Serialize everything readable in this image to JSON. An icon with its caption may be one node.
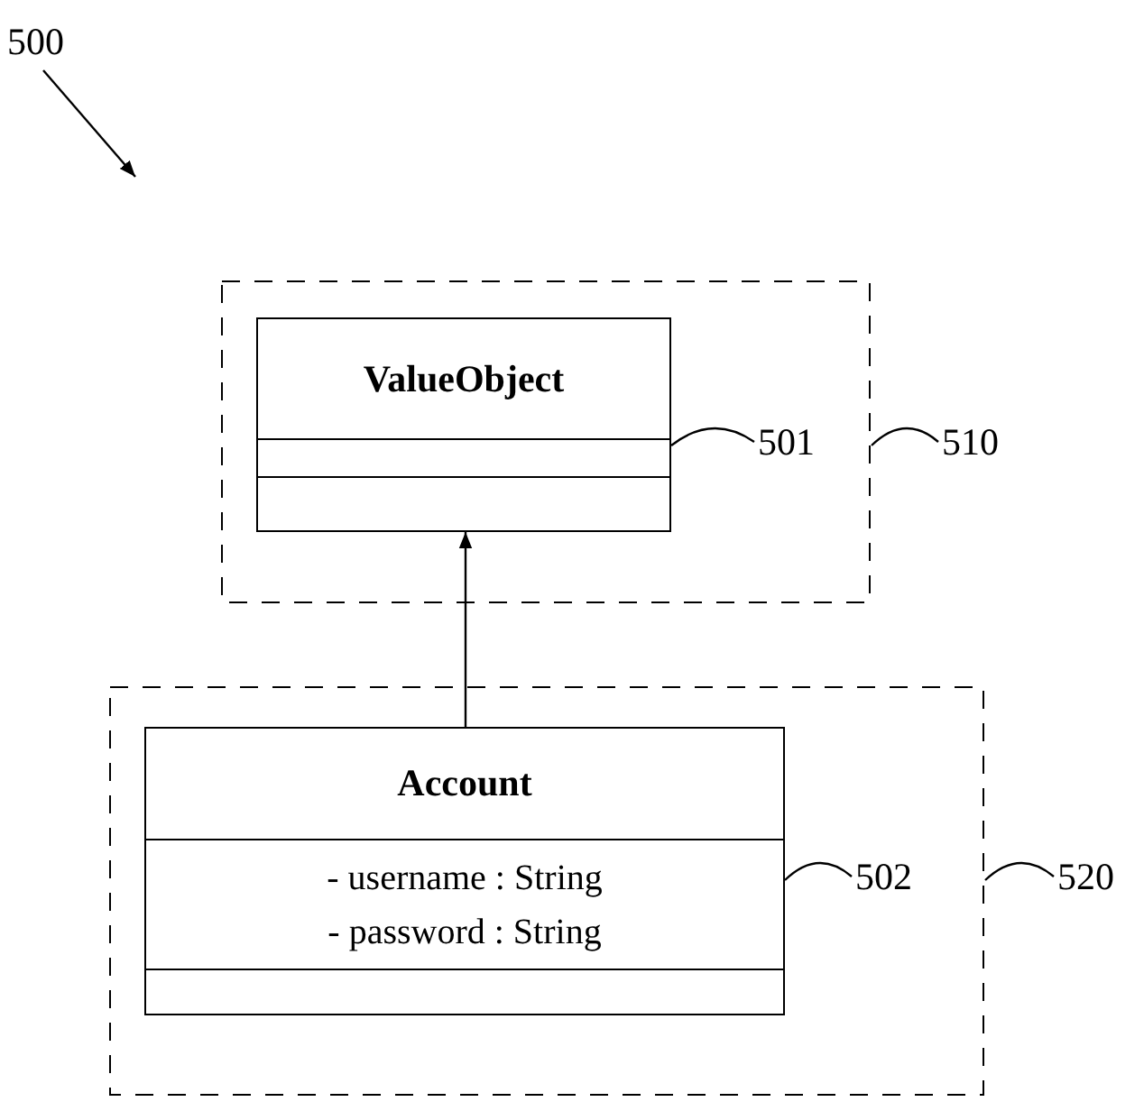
{
  "diagram": {
    "nodes": [
      {
        "text": [
          "500"
        ]
      },
      {
        "text": [],
        "shape": "box"
      },
      {
        "text": [
          "ValueObject"
        ],
        "in": 1
      },
      {
        "text": [
          "501"
        ],
        "in": 1
      },
      {
        "text": [
          "510"
        ]
      },
      {
        "text": [],
        "shape": "box"
      },
      {
        "text": [
          "Account",
          "- username : String",
          "- password : String"
        ],
        "in": 5
      },
      {
        "text": [
          "502"
        ],
        "in": 5
      },
      {
        "text": [
          "520"
        ]
      }
    ],
    "edges": [
      {
        "from": 0,
        "to": null,
        "arrow": "to"
      },
      {
        "from": 6,
        "to": 2,
        "arrow": "to"
      },
      {
        "from": 3,
        "to": 2,
        "arrow": "none"
      },
      {
        "from": 4,
        "to": 1,
        "arrow": "none"
      },
      {
        "from": 7,
        "to": 6,
        "arrow": "none"
      },
      {
        "from": 8,
        "to": 5,
        "arrow": "none"
      }
    ]
  }
}
